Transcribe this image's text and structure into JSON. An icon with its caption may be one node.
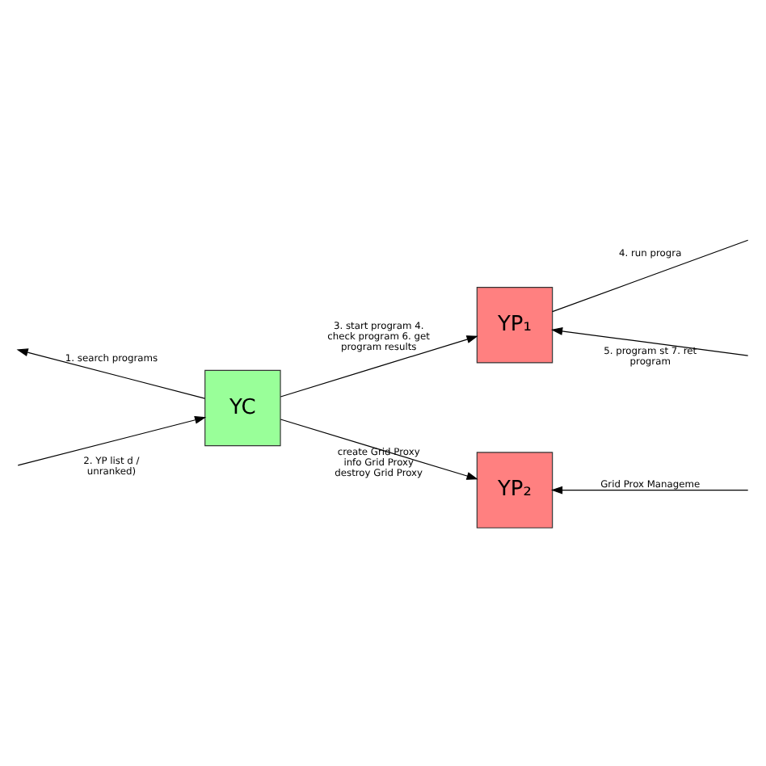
{
  "diagram": {
    "nodes": [
      {
        "text": [
          "YP₁"
        ]
      },
      {
        "text": [
          "YC"
        ]
      },
      {
        "text": [
          "YP₂"
        ]
      }
    ],
    "edges": [
      {
        "from": 1,
        "to": null,
        "arrow": "to",
        "label": "1. search programs"
      },
      {
        "from": null,
        "to": 1,
        "arrow": "to",
        "label": "2. YP list d / unranked)"
      },
      {
        "from": 1,
        "to": 0,
        "arrow": "to",
        "label": "3. start program 4. check program 6. get program results"
      },
      {
        "from": 0,
        "to": null,
        "arrow": "none",
        "label": "4. run progra"
      },
      {
        "from": null,
        "to": 0,
        "arrow": "to",
        "label": "5. program st 7. ret program"
      },
      {
        "from": 1,
        "to": 2,
        "arrow": "to",
        "label": "create Grid Proxy info Grid Proxy destroy Grid Proxy"
      },
      {
        "from": null,
        "to": 2,
        "arrow": "to",
        "label": "Grid Prox Manageme"
      }
    ]
  }
}
